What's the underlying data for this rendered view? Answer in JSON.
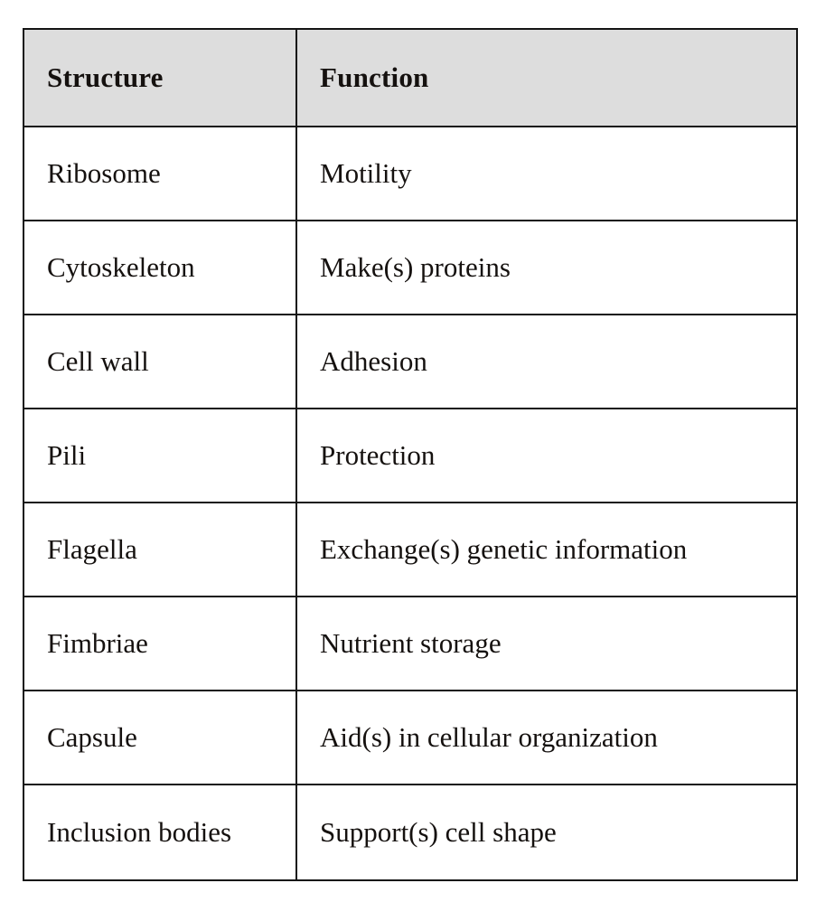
{
  "document": {
    "type": "table",
    "background_color": "#ffffff",
    "border_color": "#141414",
    "header_background_color": "#dddddd",
    "text_color": "#15110f"
  },
  "table": {
    "caption": "",
    "columns": [
      {
        "key": "structure",
        "label": "Structure"
      },
      {
        "key": "function",
        "label": "Function"
      }
    ],
    "rows": [
      {
        "structure": "Ribosome",
        "function": "Motility"
      },
      {
        "structure": "Cytoskeleton",
        "function": "Make(s) proteins"
      },
      {
        "structure": "Cell wall",
        "function": "Adhesion"
      },
      {
        "structure": "Pili",
        "function": "Protection"
      },
      {
        "structure": "Flagella",
        "function": "Exchange(s) genetic information"
      },
      {
        "structure": "Fimbriae",
        "function": "Nutrient storage"
      },
      {
        "structure": "Capsule",
        "function": "Aid(s) in cellular organization"
      },
      {
        "structure": "Inclusion bodies",
        "function": "Support(s) cell shape"
      }
    ]
  }
}
